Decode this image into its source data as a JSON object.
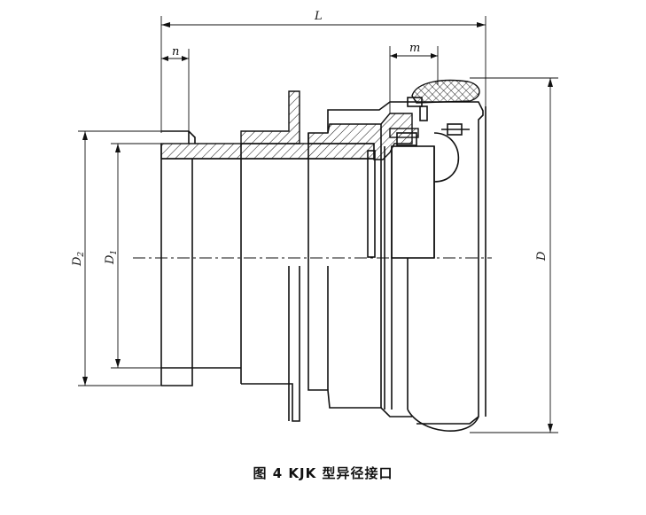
{
  "caption": "图 4   KJK 型异径接口",
  "dimensions": {
    "L": "L",
    "n": "n",
    "m": "m",
    "D": "D",
    "D1": "D",
    "D1_sub": "1",
    "D2": "D",
    "D2_sub": "2"
  }
}
